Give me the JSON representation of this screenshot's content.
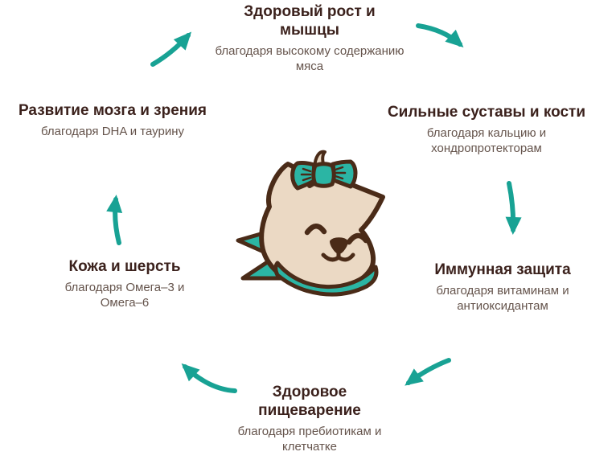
{
  "diagram": {
    "type": "circular-benefits-infographic",
    "colors": {
      "background": "#FFFFFF",
      "arrow_teal": "#18A294",
      "bow_scarf_teal": "#2BB5A4",
      "heading_text": "#3B211C",
      "body_text": "#65544C",
      "cat_face": "#EBD9C4",
      "cat_outline": "#4A2B18"
    },
    "center": {
      "illustration": "cat-face-with-teal-bow-and-scarf"
    },
    "nodes": [
      {
        "id": "growth",
        "title": "Здоровый рост и мышцы",
        "subtitle": "благодаря высокому содержанию мяса"
      },
      {
        "id": "joints",
        "title": "Сильные суставы и кости",
        "subtitle": "благодаря кальцию и хондропротекторам"
      },
      {
        "id": "immunity",
        "title": "Иммунная защита",
        "subtitle": "благодаря витаминам и антиоксидантам"
      },
      {
        "id": "digestion",
        "title": "Здоровое пищеварение",
        "subtitle": "благодаря пребиотикам и клетчатке"
      },
      {
        "id": "skin",
        "title": "Кожа и шерсть",
        "subtitle": "благодаря Омега–3 и Омега–6"
      },
      {
        "id": "brain",
        "title": "Развитие мозга и зрения",
        "subtitle": "благодаря DHA и таурину"
      }
    ],
    "cycle_clockwise": [
      "growth",
      "joints",
      "immunity",
      "digestion",
      "skin",
      "brain"
    ]
  }
}
